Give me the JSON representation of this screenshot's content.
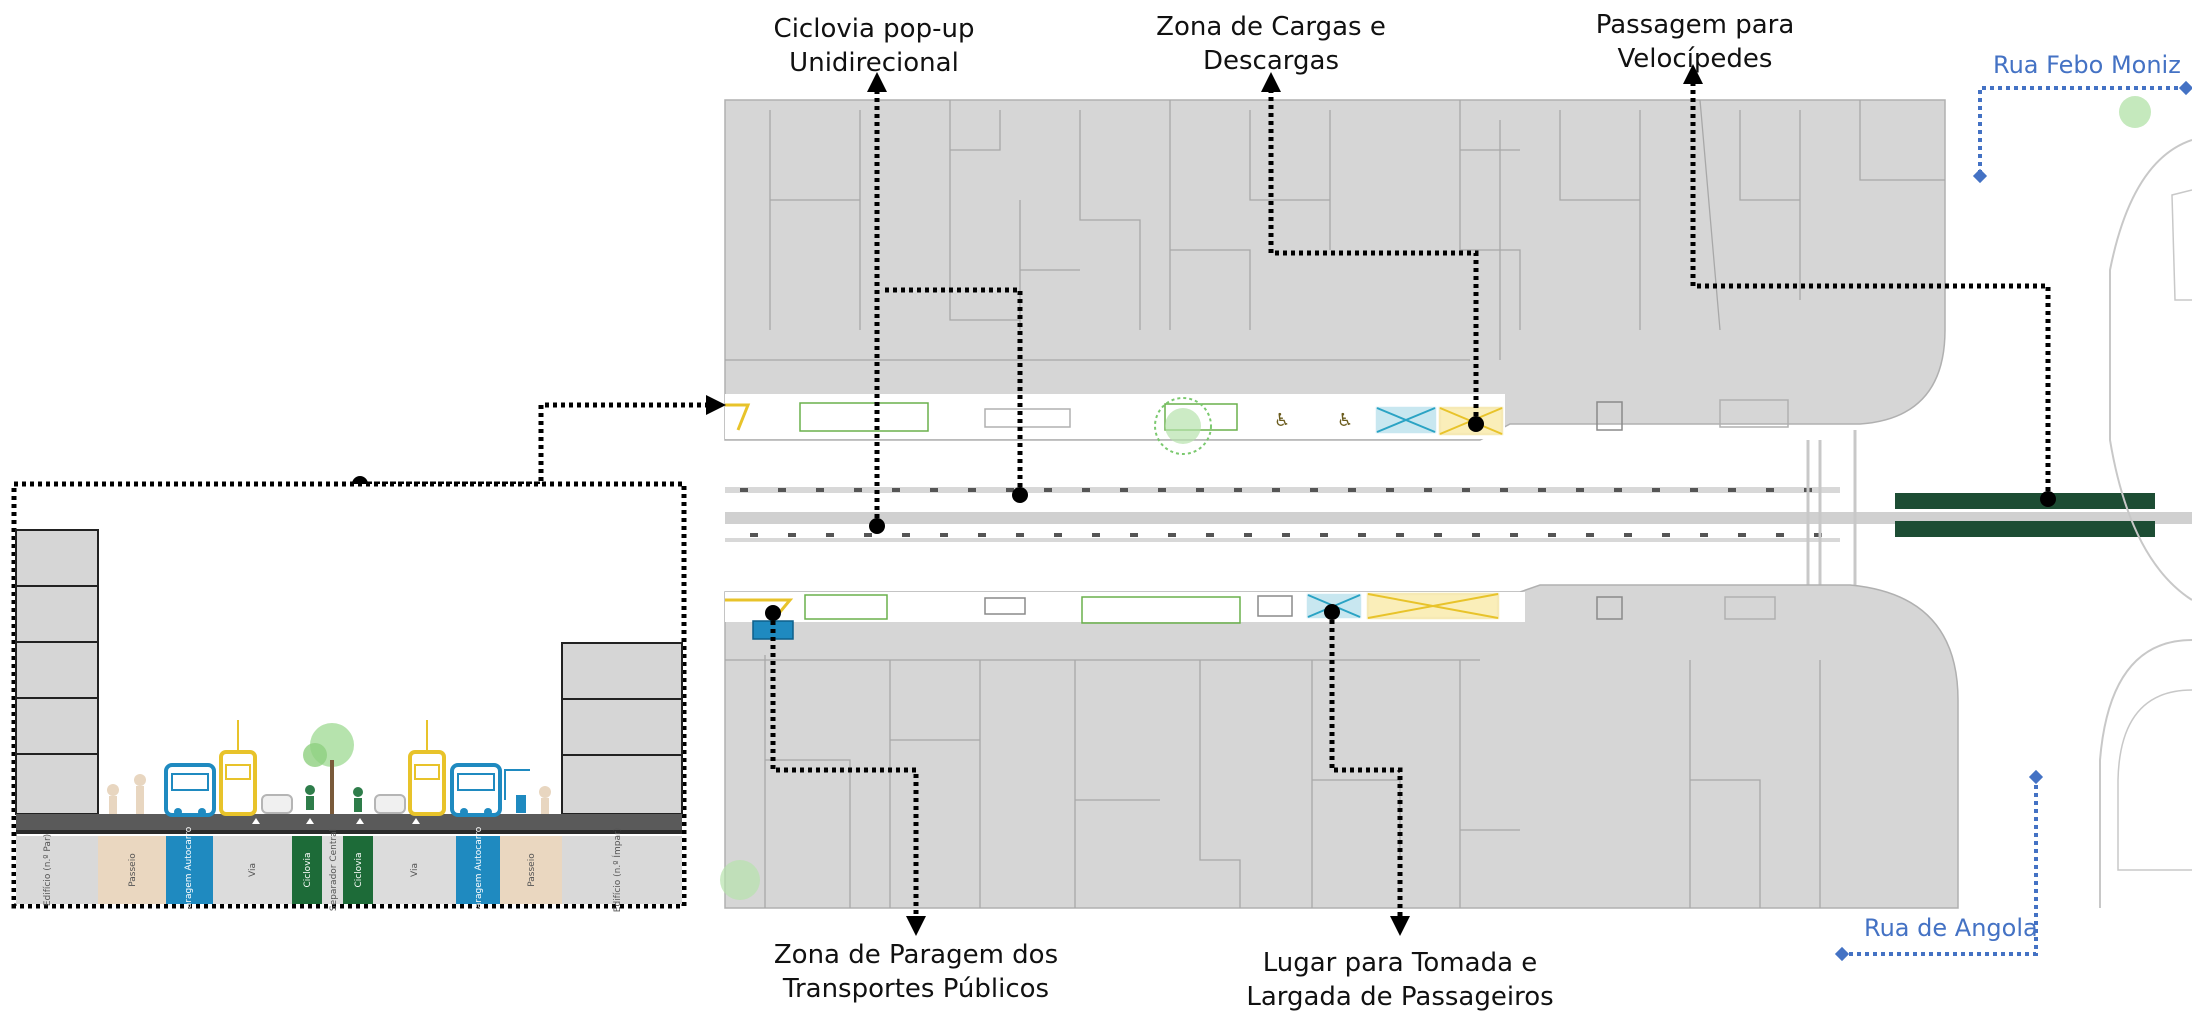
{
  "callouts": {
    "ciclovia": {
      "line1": "Ciclovia pop-up",
      "line2": "Unidirecional"
    },
    "cargas": {
      "line1": "Zona de Cargas e",
      "line2": "Descargas"
    },
    "passagem": {
      "line1": "Passagem para",
      "line2": "Velocípedes"
    },
    "paragem": {
      "line1": "Zona de Paragem dos",
      "line2": "Transportes Públicos"
    },
    "tomada": {
      "line1": "Lugar para Tomada e",
      "line2": "Largada de Passageiros"
    }
  },
  "streets": {
    "febo": "Rua Febo Moniz",
    "angola": "Rua de Angola"
  },
  "section": {
    "strips": [
      {
        "label": "Edifício (n.º Par)"
      },
      {
        "label": "Passeio"
      },
      {
        "label": "Paragem Autocarro"
      },
      {
        "label": "Via"
      },
      {
        "label": "Ciclovia"
      },
      {
        "label": "Separador Central"
      },
      {
        "label": "Ciclovia"
      },
      {
        "label": "Via"
      },
      {
        "label": "Paragem Autocarro"
      },
      {
        "label": "Passeio"
      },
      {
        "label": "Edifício (n.º Ímpar)"
      }
    ]
  },
  "colors": {
    "block": "#d6d6d6",
    "block_outline": "#a8a8a8",
    "cycle_lane": "#1d4d34",
    "bus_stop": "#1f8ac0",
    "loading_zone": "#f2d13a",
    "pickup_zone": "#2aa3c4",
    "green_marking": "#6ab04c",
    "leader": "#000000",
    "street_label": "#4472c4"
  },
  "icons": [
    "wheelchair-icon",
    "tree-icon",
    "bus-icon",
    "tram-icon",
    "car-icon",
    "cyclist-icon",
    "pedestrian-icon",
    "arrow-up-icon"
  ]
}
